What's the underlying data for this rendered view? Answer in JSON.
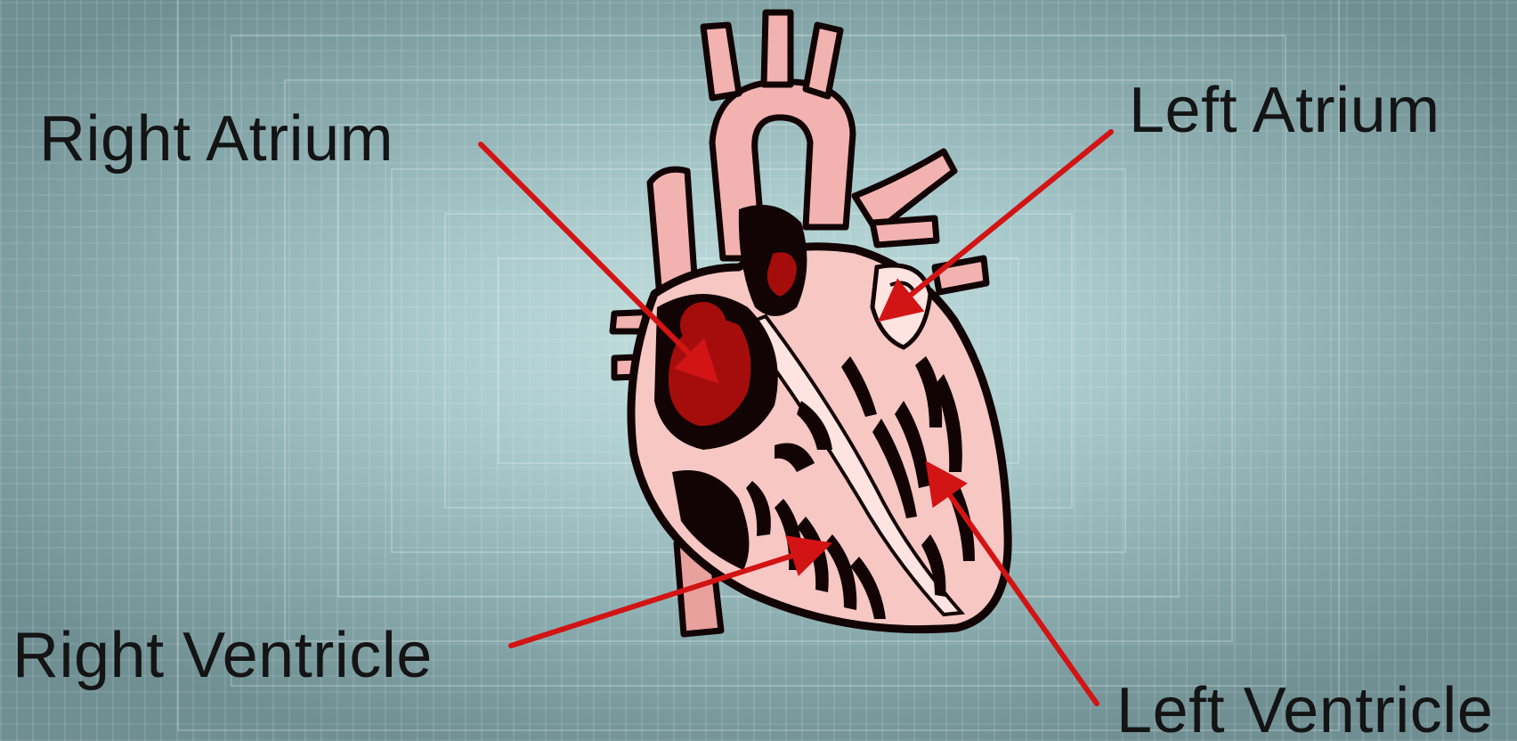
{
  "diagram": {
    "labels": {
      "right_atrium": "Right Atrium",
      "left_atrium": "Left Atrium",
      "right_ventricle": "Right Ventricle",
      "left_ventricle": "Left Ventricle"
    },
    "colors": {
      "arrow": "#d21414",
      "heart_pink": "#f2b3b0",
      "heart_light": "#fde4e1",
      "chamber_red": "#a50d0d",
      "outline": "#120404",
      "background": "#8fb2b5"
    }
  }
}
